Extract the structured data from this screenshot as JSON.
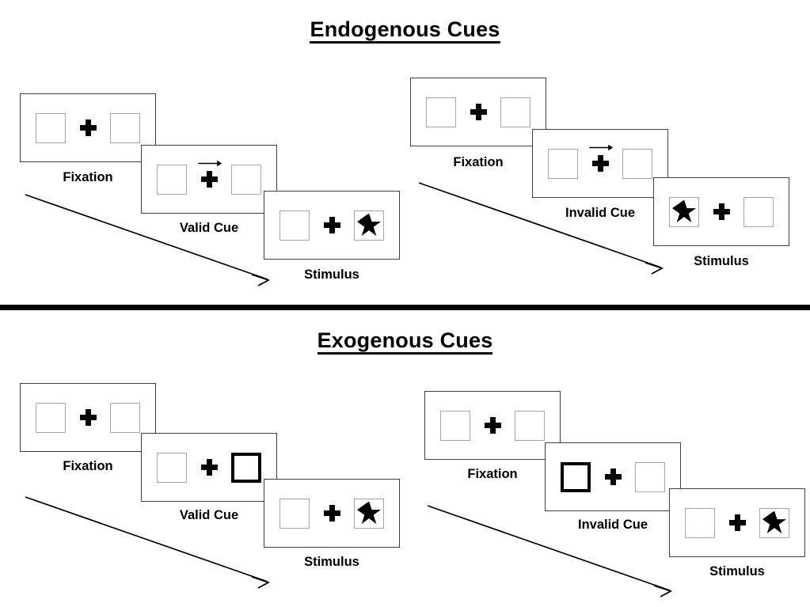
{
  "sections": [
    {
      "id": "endogenous",
      "title": "Endogenous Cues",
      "sequences": [
        {
          "id": "endogenous-valid",
          "stages": [
            {
              "label": "Fixation",
              "cue": "none",
              "target": "none"
            },
            {
              "label": "Valid Cue",
              "cue": "arrow-right",
              "target": "none"
            },
            {
              "label": "Stimulus",
              "cue": "none",
              "target": "right"
            }
          ]
        },
        {
          "id": "endogenous-invalid",
          "stages": [
            {
              "label": "Fixation",
              "cue": "none",
              "target": "none"
            },
            {
              "label": "Invalid Cue",
              "cue": "arrow-right",
              "target": "none"
            },
            {
              "label": "Stimulus",
              "cue": "none",
              "target": "left"
            }
          ]
        }
      ]
    },
    {
      "id": "exogenous",
      "title": "Exogenous Cues",
      "sequences": [
        {
          "id": "exogenous-valid",
          "stages": [
            {
              "label": "Fixation",
              "cue": "none",
              "target": "none"
            },
            {
              "label": "Valid Cue",
              "cue": "box-right",
              "target": "none"
            },
            {
              "label": "Stimulus",
              "cue": "none",
              "target": "right"
            }
          ]
        },
        {
          "id": "exogenous-invalid",
          "stages": [
            {
              "label": "Fixation",
              "cue": "none",
              "target": "none"
            },
            {
              "label": "Invalid Cue",
              "cue": "box-left",
              "target": "none"
            },
            {
              "label": "Stimulus",
              "cue": "none",
              "target": "right"
            }
          ]
        }
      ]
    }
  ],
  "icons": {
    "star": "star-icon",
    "cross": "fixation-cross-icon",
    "cue_arrow": "arrow-right-icon",
    "time_arrow": "time-flow-arrow-icon"
  },
  "colors": {
    "ink": "#000000",
    "panel_border": "#3f3f3f",
    "box_border": "#a6a6a6",
    "cued_box_border": "#000000",
    "background": "#ffffff"
  }
}
